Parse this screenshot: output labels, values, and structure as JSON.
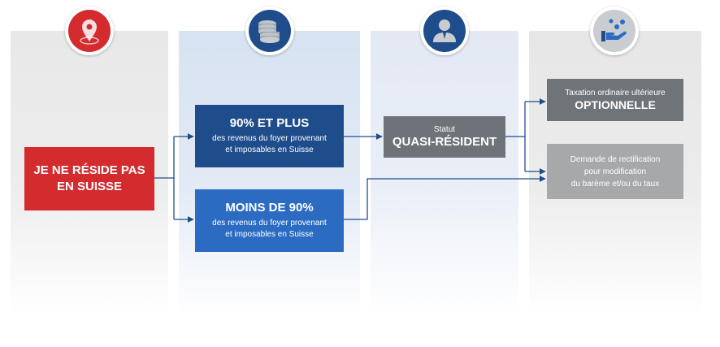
{
  "columns": [
    "location",
    "income",
    "status",
    "options"
  ],
  "icons": {
    "col1": "location-pin-icon",
    "col2": "coin-stack-icon",
    "col3": "person-icon",
    "col4": "hand-coins-icon"
  },
  "colors": {
    "red": "#d42b2f",
    "navy": "#1f4d8c",
    "blue": "#2b6cc2",
    "gray_dark": "#6d7378",
    "gray_light": "#a6a8aa",
    "connector": "#1f4d8c"
  },
  "start": {
    "line1": "JE NE RÉSIDE PAS",
    "line2": "EN SUISSE"
  },
  "high": {
    "title": "90% ET PLUS",
    "sub1": "des revenus du foyer provenant",
    "sub2": "et imposables en Suisse"
  },
  "low": {
    "title": "MOINS DE 90%",
    "sub1": "des revenus du foyer provenant",
    "sub2": "et imposables en Suisse"
  },
  "status": {
    "label": "Statut",
    "title": "QUASI-RÉSIDENT"
  },
  "option1": {
    "label": "Taxation ordinaire ultérieure",
    "title": "OPTIONNELLE"
  },
  "option2": {
    "line1": "Demande de rectification",
    "line2": "pour modification",
    "line3": "du barème et/ou du taux"
  }
}
